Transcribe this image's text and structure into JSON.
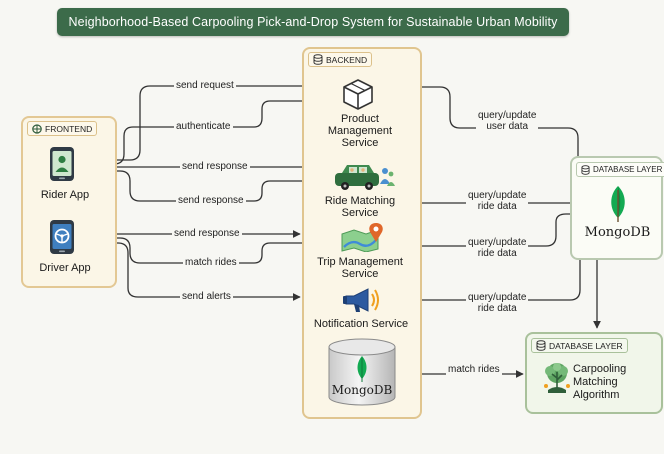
{
  "title": "Neighborhood-Based Carpooling Pick-and-Drop System for Sustainable Urban Mobility",
  "colors": {
    "title_bg": "#3c6b4a",
    "frontend_border": "#e3c894",
    "backend_border": "#e0c58f",
    "db_border": "#b9c9b0",
    "arrow": "#333333",
    "mongo_leaf": "#13aa52"
  },
  "frontend": {
    "header": "FRONTEND",
    "header_icon": "layers-icon",
    "rider_app": {
      "label": "Rider App",
      "icon": "phone-user-icon"
    },
    "driver_app": {
      "label": "Driver App",
      "icon": "phone-steering-icon"
    }
  },
  "backend": {
    "header": "BACKEND",
    "header_icon": "database-icon",
    "product_service": {
      "label": "Product Management Service",
      "lines": [
        "Product",
        "Management",
        "Service"
      ],
      "icon": "box-icon"
    },
    "ride_matching": {
      "label": "Ride Matching Service",
      "lines": [
        "Ride Matching",
        "Service"
      ],
      "icon": "car-people-icon"
    },
    "trip_management": {
      "label": "Trip Management Service",
      "lines": [
        "Trip Management",
        "Service"
      ],
      "icon": "map-pin-icon"
    },
    "notification": {
      "label": "Notification Service",
      "icon": "megaphone-icon"
    },
    "mongodb": {
      "label": "MongoDB",
      "icon": "mongodb-cylinder-icon"
    }
  },
  "database_layer_1": {
    "header": "DATABASE LAYER",
    "header_icon": "database-icon",
    "label": "MongoDB",
    "icon": "mongodb-leaf-icon"
  },
  "database_layer_2": {
    "header": "DATABASE LAYER",
    "header_icon": "database-icon",
    "label": "Carpooling Matching Algorithm",
    "lines": [
      "Carpooling",
      "Matching",
      "Algorithm"
    ],
    "icon": "brain-tree-icon"
  },
  "edges": {
    "send_request": "send request",
    "authenticate": "authenticate",
    "send_response_1": "send response",
    "send_response_2": "send response",
    "send_response_3": "send response",
    "match_rides": "match rides",
    "send_alerts": "send alerts",
    "query_update_user": [
      "query/update",
      "user data"
    ],
    "query_update_ride_1": [
      "query/update",
      "ride data"
    ],
    "query_update_ride_2": [
      "query/update",
      "ride data"
    ],
    "query_update_ride_3": [
      "query/update",
      "ride data"
    ],
    "match_rides_db": "match rides"
  }
}
